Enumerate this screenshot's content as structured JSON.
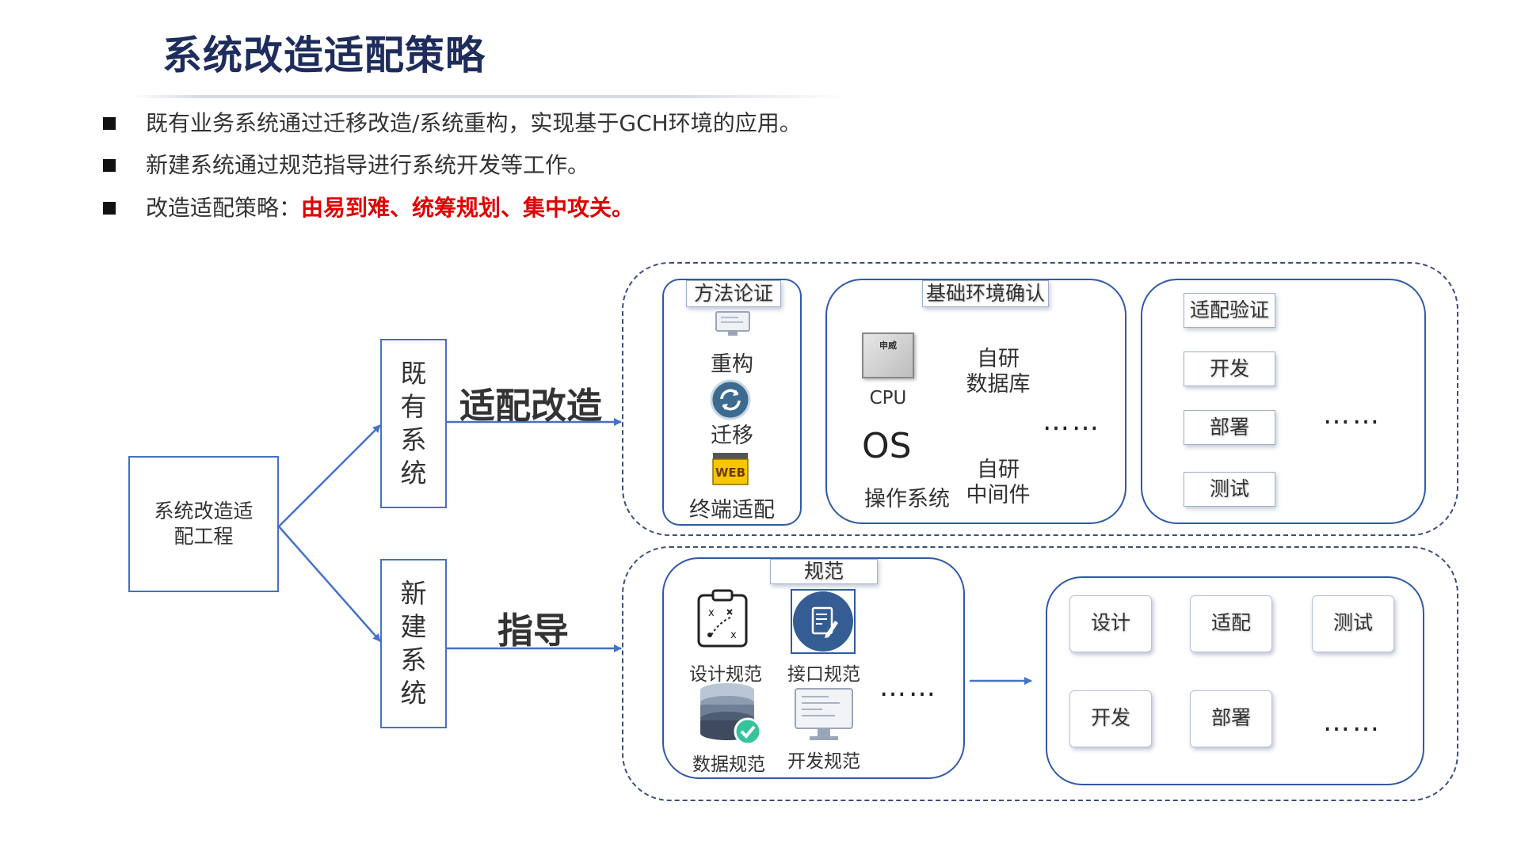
{
  "title": "系统改造适配策略",
  "bullets": [
    {
      "text": "既有业务系统通过迁移改造/系统重构，实现基于GCH环境的应用。",
      "highlight": ""
    },
    {
      "text": "新建系统通过规范指导进行系统开发等工作。",
      "highlight": ""
    },
    {
      "text": "改造适配策略：",
      "highlight": "由易到难、统筹规划、集中攻关。"
    }
  ],
  "diagram": {
    "root": "系统改造适配工程",
    "branches": [
      {
        "name": "既有系统",
        "action": "适配改造"
      },
      {
        "name": "新建系统",
        "action": "指导"
      }
    ],
    "method_panel": {
      "tag": "方法论证",
      "items": [
        {
          "label": "重构",
          "icon": "monitor-icon"
        },
        {
          "label": "迁移",
          "icon": "sync-icon"
        },
        {
          "label": "终端适配",
          "icon": "web-icon"
        }
      ]
    },
    "env_panel": {
      "tag": "基础环境确认",
      "chip_text": "申威",
      "cpu_label": "CPU",
      "os_label": "OS",
      "os_caption": "操作系统",
      "db_label": "自研\n数据库",
      "mw_label": "自研\n中间件",
      "more": "……"
    },
    "verify_panel": {
      "tag": "适配验证",
      "items": [
        "开发",
        "部署",
        "测试"
      ],
      "more": "……"
    },
    "spec_panel": {
      "tag": "规范",
      "items": [
        {
          "label": "设计规范",
          "icon": "clipboard-strategy-icon"
        },
        {
          "label": "接口规范",
          "icon": "document-edit-icon"
        },
        {
          "label": "数据规范",
          "icon": "database-check-icon"
        },
        {
          "label": "开发规范",
          "icon": "monitor-code-icon"
        }
      ],
      "more": "……"
    },
    "process_panel": {
      "items": [
        "设计",
        "适配",
        "测试",
        "开发",
        "部署"
      ],
      "more": "……"
    }
  },
  "colors": {
    "title": "#1f2d5c",
    "accent": "#4472c4",
    "highlight": "#e00000",
    "panel_border": "#2e5aa8"
  }
}
